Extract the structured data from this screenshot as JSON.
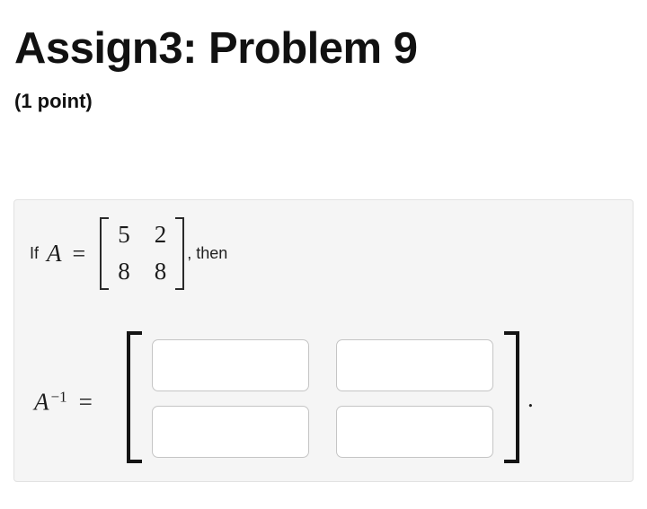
{
  "header": {
    "title": "Assign3: Problem 9",
    "points": "(1 point)"
  },
  "problem": {
    "if_label": "If",
    "then_label": ", then",
    "matrix_a": {
      "symbol": "A",
      "equals": "=",
      "rows": [
        [
          "5",
          "2"
        ],
        [
          "8",
          "8"
        ]
      ]
    },
    "answer": {
      "symbol": "A",
      "exponent": "−1",
      "equals": "=",
      "period": ".",
      "inputs": [
        {
          "name": "a11",
          "value": ""
        },
        {
          "name": "a12",
          "value": ""
        },
        {
          "name": "a21",
          "value": ""
        },
        {
          "name": "a22",
          "value": ""
        }
      ]
    }
  },
  "colors": {
    "panel_bg": "#f5f5f5",
    "panel_border": "#e2e2e2",
    "input_border": "#c5c5c5",
    "text": "#111111"
  }
}
